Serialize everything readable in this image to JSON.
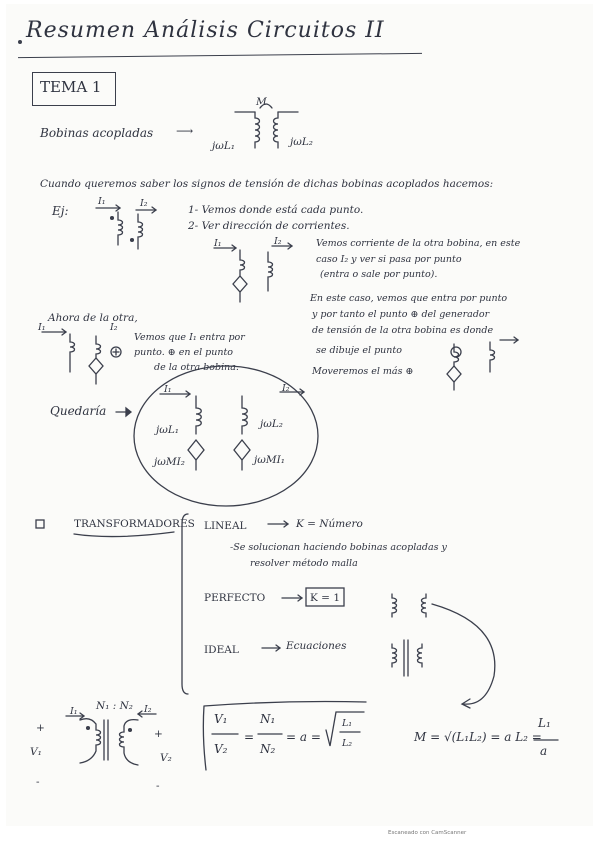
{
  "title": "Resumen Análisis Circuitos II",
  "tema": "TEMA 1",
  "bobinas": {
    "label": "Bobinas acopladas",
    "arrow": "⟶",
    "m": "M",
    "jwl1": "jωL₁",
    "jwl2": "jωL₂"
  },
  "intro": "Cuando queremos saber los signos de tensión de dichas bobinas acoplados hacemos:",
  "ej": {
    "label": "Ej:",
    "i1": "I₁",
    "i2": "I₂",
    "step1": "1- Vemos donde está cada punto.",
    "step2": "2- Ver dirección de corrientes.",
    "note1": [
      "Vemos corriente de la otra bobina, en este",
      "caso I₂ y ver si pasa por punto",
      "(entra o sale por punto)."
    ],
    "note2": [
      "En este caso, vemos que entra por punto",
      "y por tanto el punto ⊕ del generador",
      "de tensión de la otra bobina es donde",
      "se dibuje el punto"
    ],
    "moveremos": "Moveremos el más ⊕"
  },
  "ahora": {
    "label": "Ahora de la otra,",
    "text": [
      "Vemos que I₁ entra por",
      "punto. ⊕ en el punto",
      "de la otra bobina."
    ]
  },
  "quedaria": {
    "label": "Quedaría",
    "jwl1": "jωL₁",
    "jwl2": "jωL₂",
    "jwmi2": "jωMI₂",
    "jwmi1": "jωMI₁"
  },
  "transformadores": {
    "label": "TRANSFORMADORES",
    "lineal": "LINEAL",
    "lineal_k": "K = Número",
    "lineal_desc": [
      "-Se solucionan haciendo bobinas acopladas y",
      "resolver método malla"
    ],
    "perfecto": "PERFECTO",
    "perfecto_k": "K = 1",
    "ideal": "IDEAL",
    "ideal_desc": "Ecuaciones"
  },
  "ideal_circuit": {
    "i1": "I₁",
    "i2": "I₂",
    "ratio": "N₁ : N₂",
    "v1": "V₁",
    "v2": "V₂",
    "plus": "+",
    "minus": "-"
  },
  "equations": {
    "v1": "V₁",
    "v2": "V₂",
    "n1": "N₁",
    "n2": "N₂",
    "eq_a": "= a =",
    "l1": "L₁",
    "l2": "L₂",
    "m_eq": "M = √(L₁L₂) = a L₂ =",
    "frac_l1": "L₁",
    "frac_a": "a"
  },
  "footer": "Escaneado con CamScanner"
}
